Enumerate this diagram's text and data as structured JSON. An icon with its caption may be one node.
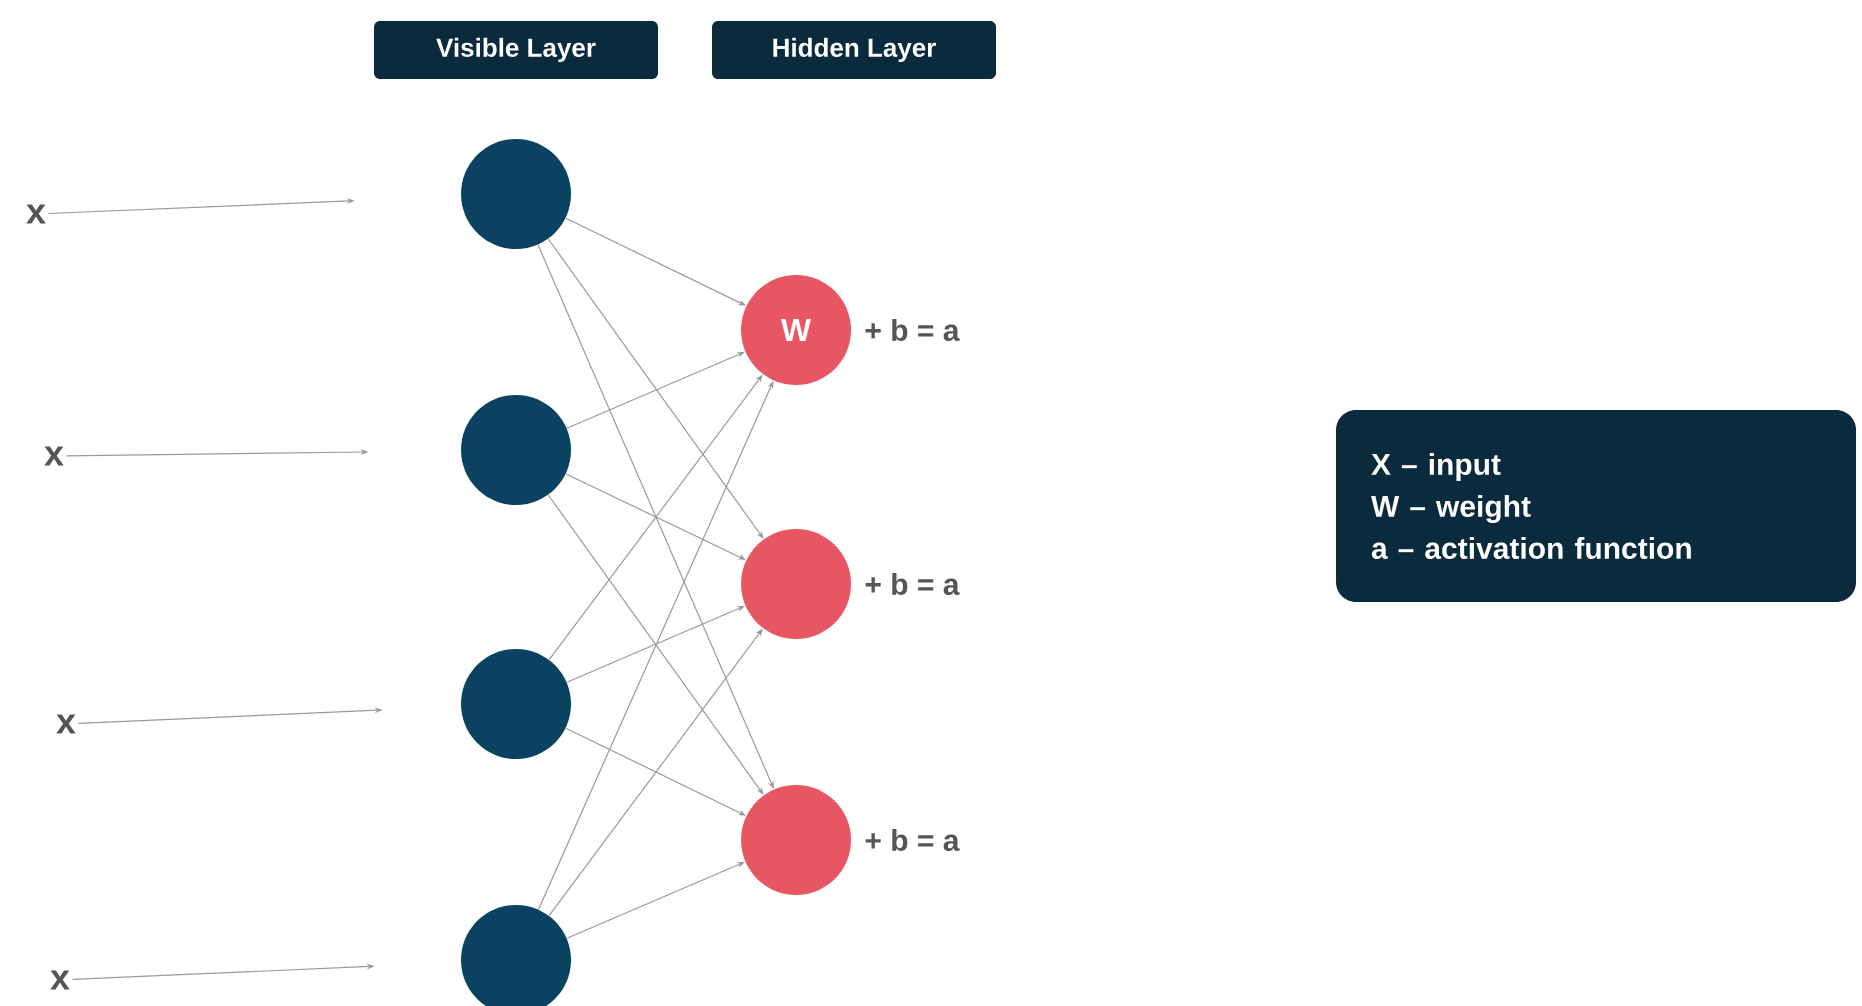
{
  "diagram": {
    "nodes": [
      {
        "text": [
          "Visible Layer"
        ]
      },
      {
        "text": [
          "Hidden Layer"
        ]
      },
      {
        "text": [
          "x"
        ]
      },
      {
        "text": [
          "x"
        ]
      },
      {
        "text": [
          "x"
        ]
      },
      {
        "text": [
          "x"
        ]
      },
      {
        "text": [],
        "shape": "circle"
      },
      {
        "text": [],
        "shape": "circle"
      },
      {
        "text": [],
        "shape": "circle"
      },
      {
        "text": [],
        "shape": "circle"
      },
      {
        "text": [
          "W"
        ],
        "beside": [
          "+ b = a"
        ]
      },
      {
        "text": [],
        "shape": "circle",
        "beside": [
          "+ b = a"
        ]
      },
      {
        "text": [],
        "shape": "circle",
        "beside": [
          "+ b = a"
        ]
      },
      {
        "text": [
          "X – input",
          "W – weight",
          "a – activation function"
        ]
      }
    ],
    "edges": [
      {
        "from": 2,
        "to": 6,
        "arrow": "to"
      },
      {
        "from": 3,
        "to": 7,
        "arrow": "to"
      },
      {
        "from": 4,
        "to": 8,
        "arrow": "to"
      },
      {
        "from": 5,
        "to": 9,
        "arrow": "to"
      },
      {
        "from": 6,
        "to": 10,
        "arrow": "to"
      },
      {
        "from": 6,
        "to": 11,
        "arrow": "to"
      },
      {
        "from": 6,
        "to": 12,
        "arrow": "to"
      },
      {
        "from": 7,
        "to": 10,
        "arrow": "to"
      },
      {
        "from": 7,
        "to": 11,
        "arrow": "to"
      },
      {
        "from": 7,
        "to": 12,
        "arrow": "to"
      },
      {
        "from": 8,
        "to": 10,
        "arrow": "to"
      },
      {
        "from": 8,
        "to": 11,
        "arrow": "to"
      },
      {
        "from": 8,
        "to": 12,
        "arrow": "to"
      },
      {
        "from": 9,
        "to": 10,
        "arrow": "to"
      },
      {
        "from": 9,
        "to": 11,
        "arrow": "to"
      },
      {
        "from": 9,
        "to": 12,
        "arrow": "to"
      }
    ]
  }
}
